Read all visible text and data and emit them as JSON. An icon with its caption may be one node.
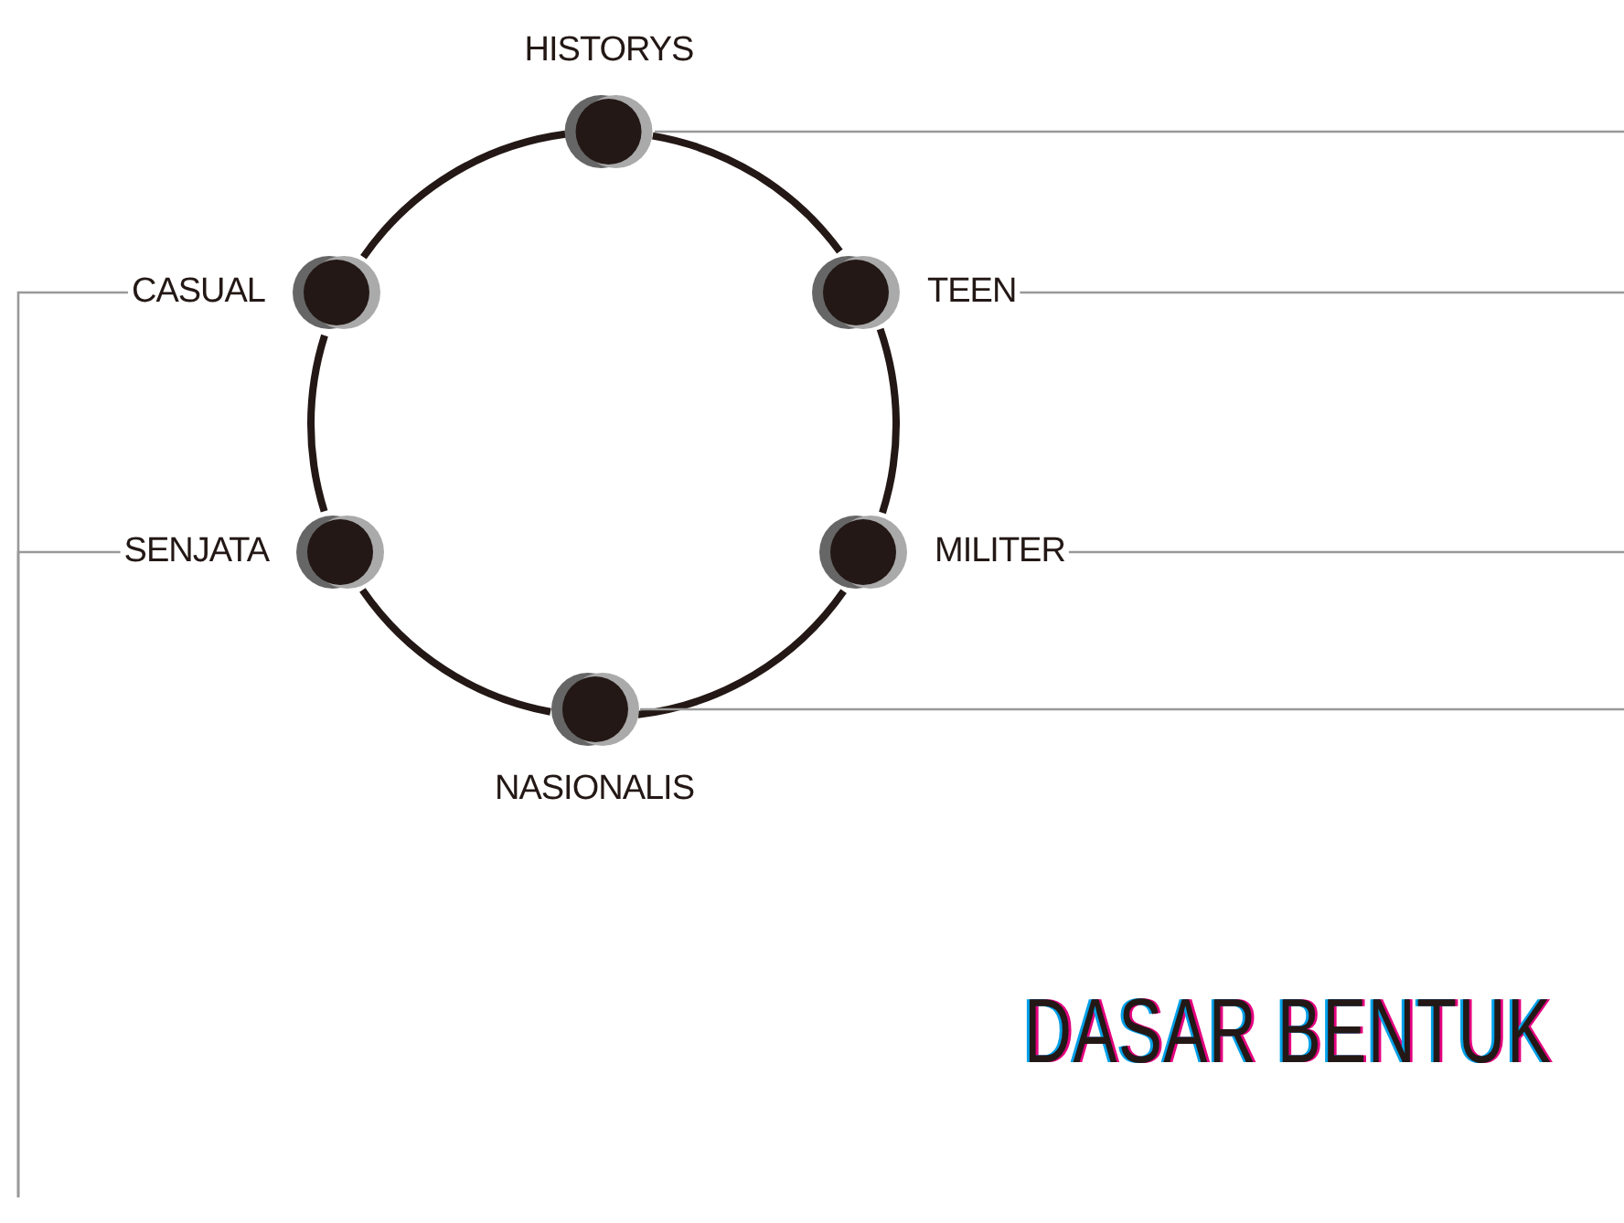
{
  "diagram": {
    "title": "DASAR BENTUK",
    "nodes": [
      {
        "text": [],
        "shape": "circle",
        "beside": [
          "HISTORYS"
        ]
      },
      {
        "text": [],
        "shape": "circle",
        "beside": [
          "CASUAL"
        ]
      },
      {
        "text": [],
        "shape": "circle",
        "beside": [
          "TEEN"
        ]
      },
      {
        "text": [],
        "shape": "circle",
        "beside": [
          "SENJATA"
        ]
      },
      {
        "text": [],
        "shape": "circle",
        "beside": [
          "MILITER"
        ]
      },
      {
        "text": [],
        "shape": "circle",
        "beside": [
          "NASIONALIS"
        ]
      }
    ],
    "edges": [
      {
        "from": 0,
        "to": 2,
        "arrow": "none",
        "style": "thick"
      },
      {
        "from": 2,
        "to": 4,
        "arrow": "none",
        "style": "thick"
      },
      {
        "from": 4,
        "to": 5,
        "arrow": "none",
        "style": "thick"
      },
      {
        "from": 5,
        "to": 3,
        "arrow": "none",
        "style": "thick"
      },
      {
        "from": 3,
        "to": 1,
        "arrow": "none",
        "style": "thick"
      },
      {
        "from": 1,
        "to": 0,
        "arrow": "none",
        "style": "thick"
      },
      {
        "from": 0,
        "to": null,
        "arrow": "none",
        "color": "#999999"
      },
      {
        "from": 2,
        "to": null,
        "arrow": "none",
        "color": "#999999"
      },
      {
        "from": 4,
        "to": null,
        "arrow": "none",
        "color": "#999999"
      },
      {
        "from": 5,
        "to": null,
        "arrow": "none",
        "color": "#999999"
      },
      {
        "from": 1,
        "to": null,
        "arrow": "none",
        "color": "#999999"
      },
      {
        "from": 3,
        "to": null,
        "arrow": "none",
        "color": "#999999"
      }
    ]
  }
}
